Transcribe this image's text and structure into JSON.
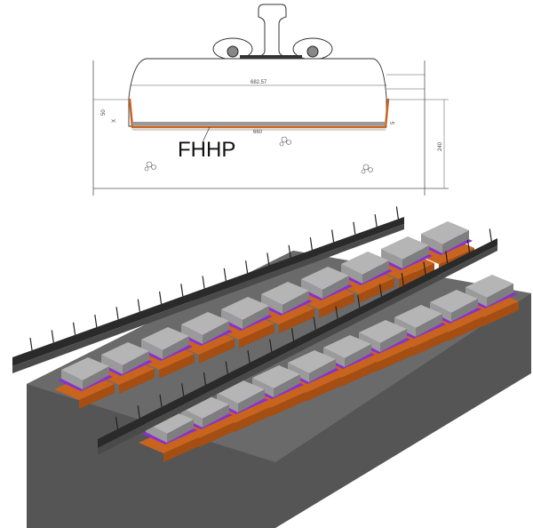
{
  "drawing": {
    "label": "FHHP",
    "dimensions": {
      "top_width": "682.57",
      "bottom_width": "660",
      "height_left": "50",
      "pad_left": "X",
      "pad_right": "5",
      "slab_height": "240"
    }
  },
  "colors": {
    "pad_orange": "#c8641e",
    "pad_purple": "#8a2fd0",
    "concrete": "#9a9a9a",
    "slab": "#5a5a5a",
    "rail": "#333333"
  }
}
